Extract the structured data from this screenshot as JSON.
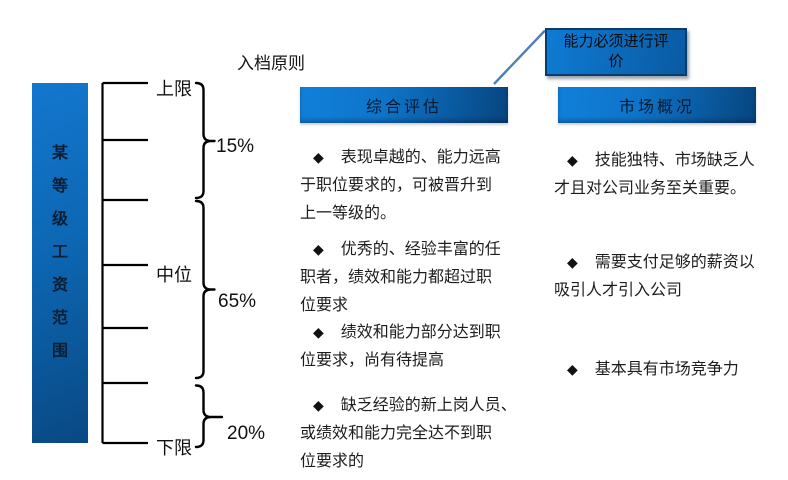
{
  "title": "入档原则",
  "icons": {
    "diamond": "◆"
  },
  "colors": {
    "panel_blue_light": "#1180DA",
    "panel_blue_dark": "#07457F",
    "callout_border": "#0B3C6E",
    "connector_line": "#4E7FB5",
    "diagram_line": "#000000"
  },
  "salary_bar": {
    "label": "某等级工资范围",
    "chars": [
      "某",
      "等",
      "级",
      "工",
      "资",
      "范",
      "围"
    ]
  },
  "ladder": {
    "levels": [
      {
        "label": "上限"
      },
      {
        "label": "中位"
      },
      {
        "label": "下限"
      }
    ],
    "segments": [
      {
        "percent": "15%"
      },
      {
        "percent": "65%"
      },
      {
        "percent": "20%"
      }
    ]
  },
  "callout": {
    "text": "能力必须进行评价"
  },
  "panels": [
    {
      "header": "综合评估",
      "bullets": [
        "表现卓越的、能力远高\n于职位要求的，可被晋升到\n上一等级的。",
        "优秀的、经验丰富的任\n职者，绩效和能力都超过职\n位要求",
        "绩效和能力部分达到职\n位要求，尚有待提高",
        "缺乏经验的新上岗人员、\n或绩效和能力完全达不到职\n位要求的"
      ]
    },
    {
      "header": "市场概况",
      "bullets": [
        "技能独特、市场缺乏人\n才且对公司业务至关重要。",
        "需要支付足够的薪资以\n吸引人才引入公司",
        "基本具有市场竞争力"
      ]
    }
  ]
}
